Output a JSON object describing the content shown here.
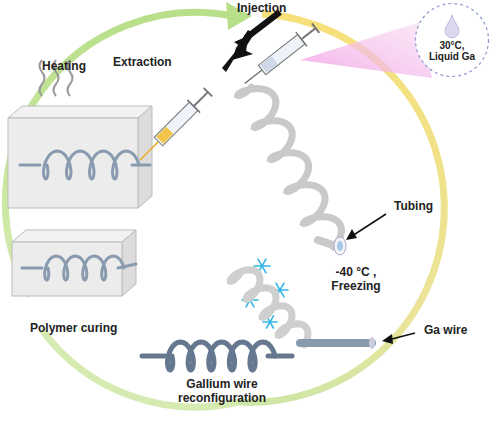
{
  "diagram": {
    "nodes": [
      {
        "text": [
          "30°C, Liquid Ga"
        ]
      }
    ],
    "labels": [
      "Injection",
      "Tubing",
      "-40 °C , Freezing",
      "Ga wire",
      "Gallium wire reconfiguration",
      "Polymer curing",
      "Heating",
      "Extraction"
    ]
  }
}
